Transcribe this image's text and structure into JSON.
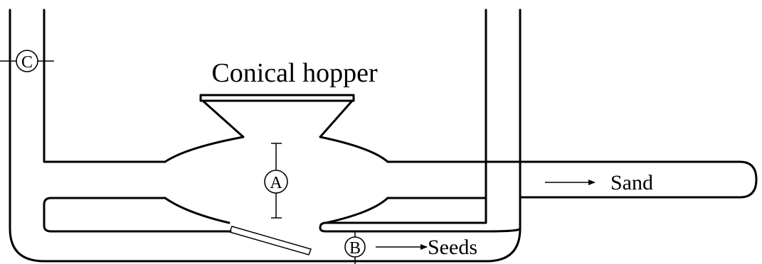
{
  "labels": {
    "title": "Conical hopper",
    "marker_a": "A",
    "marker_b": "B",
    "marker_c": "C",
    "sand": "Sand",
    "seeds": "Seeds"
  }
}
